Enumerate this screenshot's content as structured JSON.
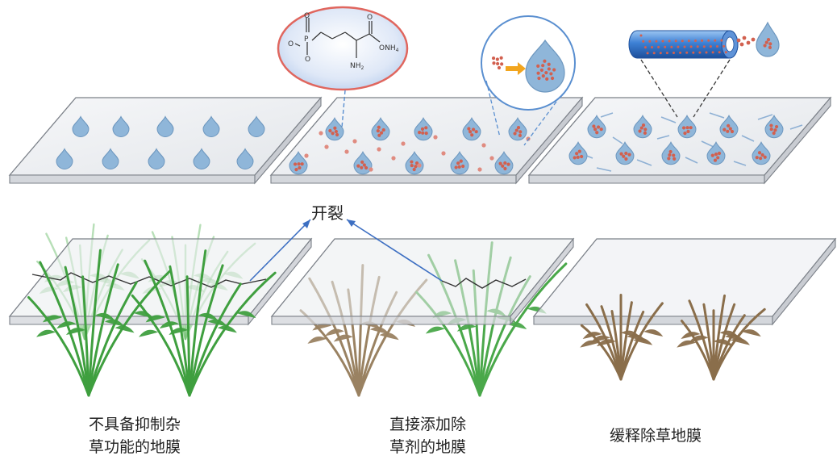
{
  "labels": {
    "crack": "开裂"
  },
  "captions": {
    "panel1_line1": "不具备抑制杂",
    "panel1_line2": "草功能的地膜",
    "panel2_line1": "直接添加除",
    "panel2_line2": "草剂的地膜",
    "panel3_line1": "缓释除草地膜"
  },
  "molecule": {
    "atom_o_top": "O",
    "atom_o_left": "O",
    "atom_p": "P",
    "atom_o_bottom": "O",
    "atom_o_carbonyl": "O",
    "group_onh4": "ONH",
    "group_onh4_sub": "4",
    "group_nh2": "NH",
    "group_nh2_sub": "2"
  },
  "colors": {
    "film_fill": "#eef0f3",
    "film_edge": "#7b8088",
    "droplet": "#8fb6d9",
    "droplet_stroke": "#6d97bf",
    "particle": "#d2604f",
    "green_plant": "#3f9f3f",
    "dead_plant": "#9a8262",
    "arrow_blue": "#3d6fc2",
    "molecule_ring": "#e0665e",
    "molecule_fill": "#c7d7ef",
    "inset_ring": "#5a8fd0",
    "tube": "#2f6fc4",
    "orange_arrow": "#f2a51e"
  }
}
